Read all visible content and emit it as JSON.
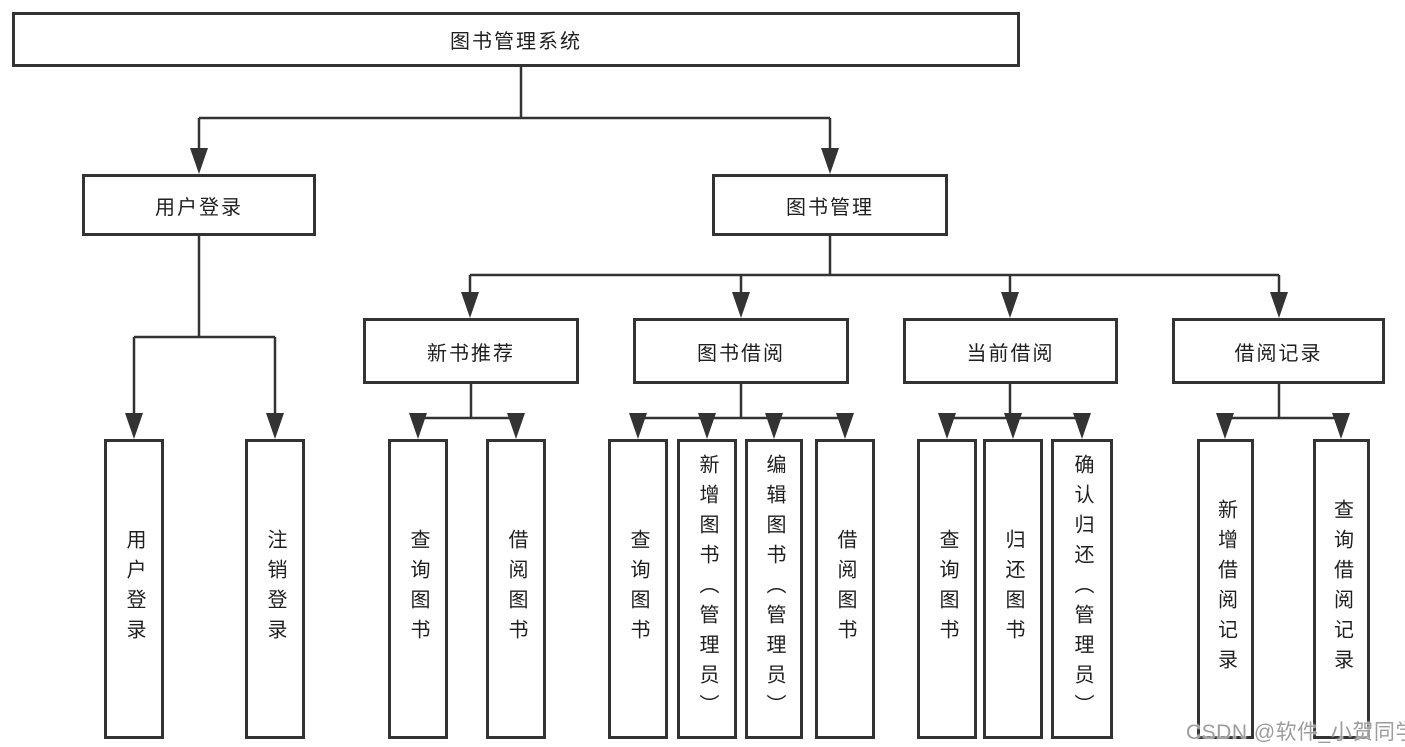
{
  "tree": {
    "root": {
      "label": "图书管理系统",
      "children": [
        {
          "label": "用户登录",
          "children": [
            {
              "label": "用户登录"
            },
            {
              "label": "注销登录"
            }
          ]
        },
        {
          "label": "图书管理",
          "children": [
            {
              "label": "新书推荐",
              "children": [
                {
                  "label": "查询图书"
                },
                {
                  "label": "借阅图书"
                }
              ]
            },
            {
              "label": "图书借阅",
              "children": [
                {
                  "label": "查询图书"
                },
                {
                  "label": "新增图书（管理员）"
                },
                {
                  "label": "编辑图书（管理员）"
                },
                {
                  "label": "借阅图书"
                }
              ]
            },
            {
              "label": "当前借阅",
              "children": [
                {
                  "label": "查询图书"
                },
                {
                  "label": "归还图书"
                },
                {
                  "label": "确认归还（管理员）"
                }
              ]
            },
            {
              "label": "借阅记录",
              "children": [
                {
                  "label": "新增借阅记录"
                },
                {
                  "label": "查询借阅记录"
                }
              ]
            }
          ]
        }
      ]
    }
  },
  "watermark": {
    "text": "CSDN @软件_小贺同学"
  },
  "colors": {
    "line": "#333333",
    "box_border": "#333333",
    "text": "#1f1f1f",
    "background": "#ffffff",
    "watermark_text": "#9d9d9d"
  }
}
